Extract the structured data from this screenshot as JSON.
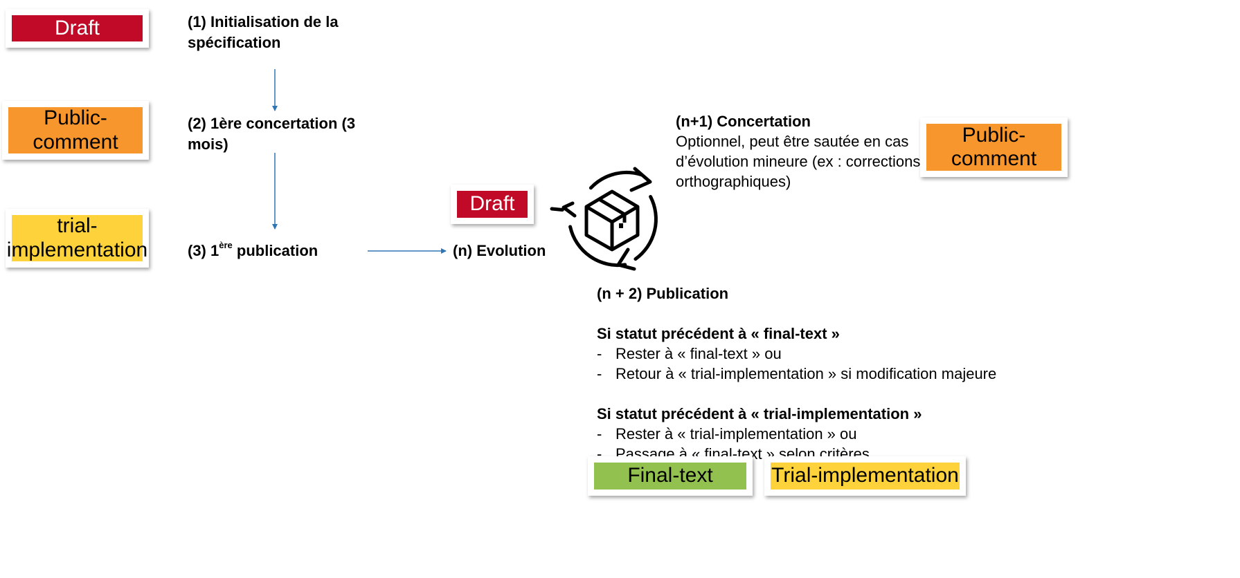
{
  "colors": {
    "draft": "#c00a27",
    "public_comment": "#f7962d",
    "trial_implementation": "#fdd23a",
    "final_text": "#92c14f",
    "arrow": "#2e75b6"
  },
  "left_badges": {
    "draft": "Draft",
    "public_comment_line1": "Public-",
    "public_comment_line2": "comment",
    "trial_line1": "trial-",
    "trial_line2": "implementation"
  },
  "steps": {
    "s1": "(1) Initialisation de la spécification",
    "s2": "(2) 1ère concertation (3 mois)",
    "s3_prefix": "(3) 1",
    "s3_sup": "ère",
    "s3_suffix": " publication",
    "sn": "(n) Evolution"
  },
  "evolution": {
    "draft_badge": "Draft",
    "cycle_icon": "refresh-cycle-icon",
    "box_icon": "package-box-icon"
  },
  "concertation": {
    "title": "(n+1) Concertation",
    "line1": "Optionnel, peut être sautée en cas",
    "line2": "d’évolution mineure (ex : corrections",
    "line3": "orthographiques)",
    "badge_line1": "Public-",
    "badge_line2": "comment"
  },
  "publication": {
    "title": "(n + 2) Publication",
    "case1_title": "Si statut précédent à « final-text »",
    "case1_items": [
      "Rester à « final-text » ou",
      "Retour à « trial-implementation » si modification majeure"
    ],
    "case2_title": "Si statut précédent à « trial-implementation »",
    "case2_items": [
      "Rester à « trial-implementation » ou",
      "Passage à « final-text » selon critères"
    ],
    "badge_final": "Final-text",
    "badge_trial": "Trial-implementation"
  }
}
